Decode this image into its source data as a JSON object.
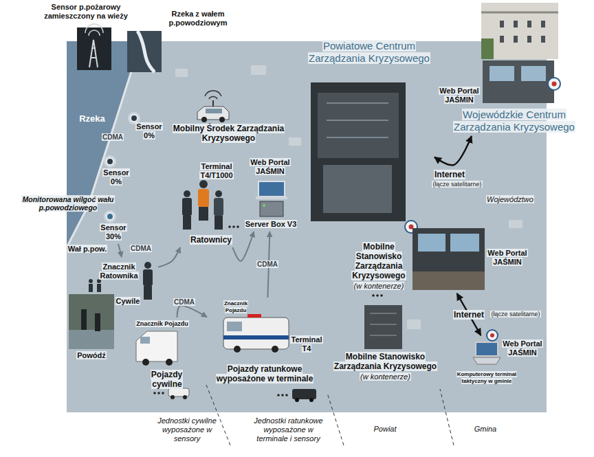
{
  "diagram": {
    "nodes": [
      {
        "text": [
          "Sensor 0%"
        ]
      },
      {
        "text": [
          "Mobilny Środek Zarządzania Kryzysowego"
        ]
      },
      {
        "text": [
          "Powiatowe Centrum Zarządzania Kryzysowego"
        ]
      },
      {
        "text": [
          "Web Portal JAŚMIN",
          "Wojewódzkie Centrum Zarządzania Kryzysowego"
        ]
      },
      {
        "text": [
          "Sensor 0%"
        ]
      },
      {
        "text": [
          "Web Portal JAŚMIN",
          "Server Box V3"
        ]
      },
      {
        "text": [
          "Terminal T4/T1000",
          "Ratownicy"
        ]
      },
      {
        "text": [
          "Sensor 30%"
        ]
      },
      {
        "text": [
          "Znacznik Ratownika"
        ]
      },
      {
        "text": [
          "Znacznik Pojazdu",
          "Pojazdy cywilne"
        ]
      },
      {
        "text": [
          "Znacznik Pojazdu",
          "Terminal T4",
          "Pojazdy ratunkowe wyposażone w terminale"
        ]
      },
      {
        "text": [
          "Mobilne Stanowisko Zarządzania Kryzysowego",
          "(w kontenerze)",
          "Web Portal JAŚMIN"
        ]
      },
      {
        "text": [
          "Mobilne Stanowisko Zarządzania Kryzysowego",
          "(w kontenerze)"
        ]
      },
      {
        "text": [
          "Web Portal JAŚMIN",
          "Komputerowy terminal taktyczny w gminie"
        ]
      }
    ],
    "edges": [
      {
        "from": 7,
        "to": 8,
        "label": "CDMA",
        "arrow": "to"
      },
      {
        "from": 8,
        "to": 6,
        "arrow": "to"
      },
      {
        "from": 6,
        "to": 5,
        "arrow": "to"
      },
      {
        "from": 9,
        "to": 10,
        "label": "CDMA",
        "arrow": "to"
      },
      {
        "from": 10,
        "to": 5,
        "label": "CDMA",
        "arrow": "to"
      },
      {
        "from": 2,
        "to": 3,
        "label": "Internet",
        "arrow": "both"
      },
      {
        "from": 11,
        "to": 13,
        "label": "Internet",
        "arrow": "both"
      }
    ],
    "labels": [
      "Sensor p.pożarowy zamieszczony na wieży",
      "Rzeka z wałem p.powodziowym",
      "Rzeka",
      "CDMA",
      "Monitorowana wilgoć wału p.powodziowego",
      "Wał p.pow.",
      "Cywile",
      "Powódź",
      "(łącze satelitarne)",
      "Województwo",
      "(łącze satelitarne)",
      "Jednostki cywilne wyposażone w sensory",
      "Jednostki ratunkowe wyposażone w terminale i sensory",
      "Powiat",
      "Gmina"
    ]
  }
}
